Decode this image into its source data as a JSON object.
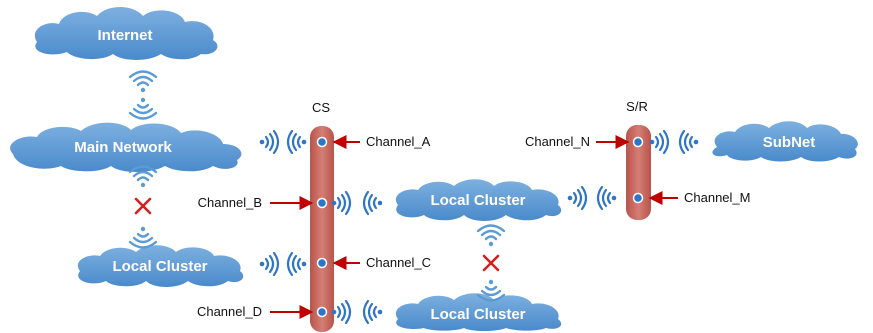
{
  "clouds": {
    "internet": "Internet",
    "main_network": "Main Network",
    "local_cluster_left": "Local Cluster",
    "local_cluster_mid": "Local Cluster",
    "local_cluster_bottom": "Local Cluster",
    "subnet": "SubNet"
  },
  "bars": {
    "cs": "CS",
    "sr": "S/R"
  },
  "channels": {
    "a": "Channel_A",
    "b": "Channel_B",
    "c": "Channel_C",
    "d": "Channel_D",
    "n": "Channel_N",
    "m": "Channel_M"
  },
  "colors": {
    "cloud_fill": "#5b9bd5",
    "bar_fill": "#c9665c",
    "arrow": "#c00000",
    "signal": "#2f75c7",
    "blocked": "#d22020"
  }
}
